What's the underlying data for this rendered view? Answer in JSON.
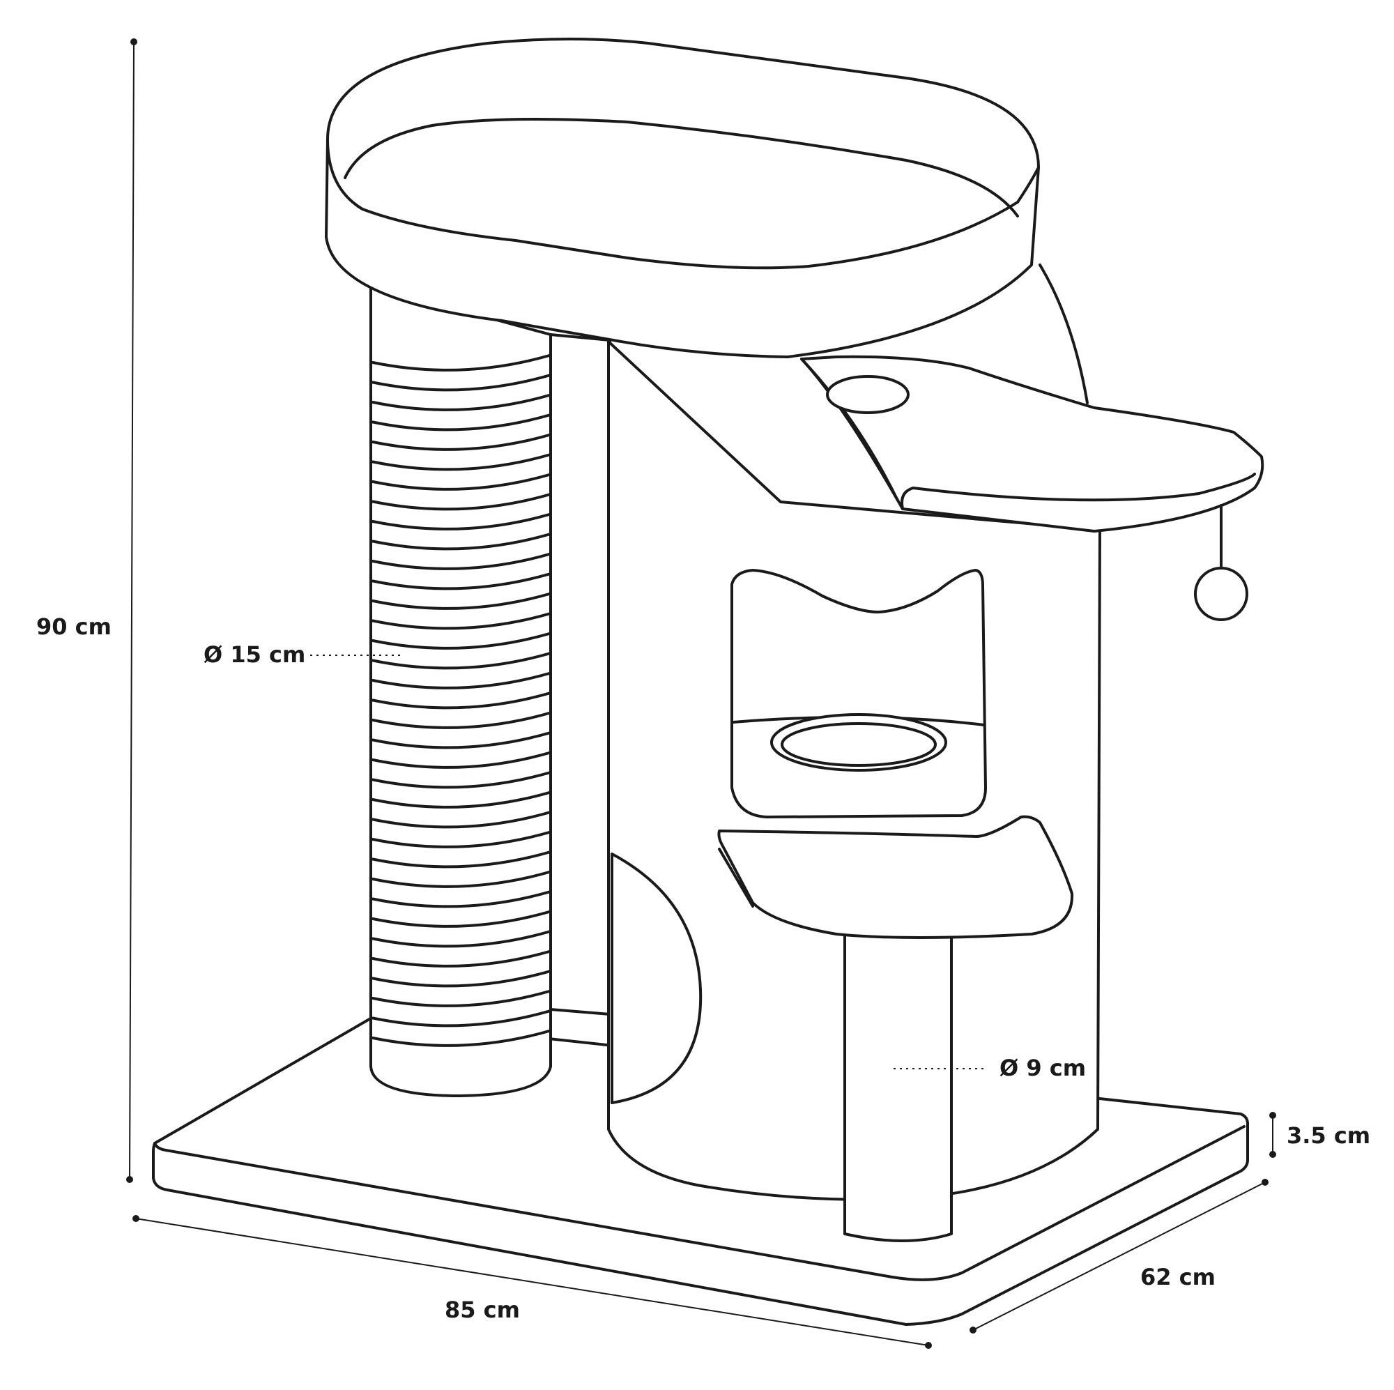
{
  "labels": {
    "height": "90 cm",
    "width": "85 cm",
    "depth": "62 cm",
    "base_thickness": "3.5 cm",
    "large_post_diameter": "Ø 15 cm",
    "small_post_diameter": "Ø 9 cm"
  },
  "colors": {
    "stroke": "#1a1a1a",
    "background": "#ffffff"
  }
}
